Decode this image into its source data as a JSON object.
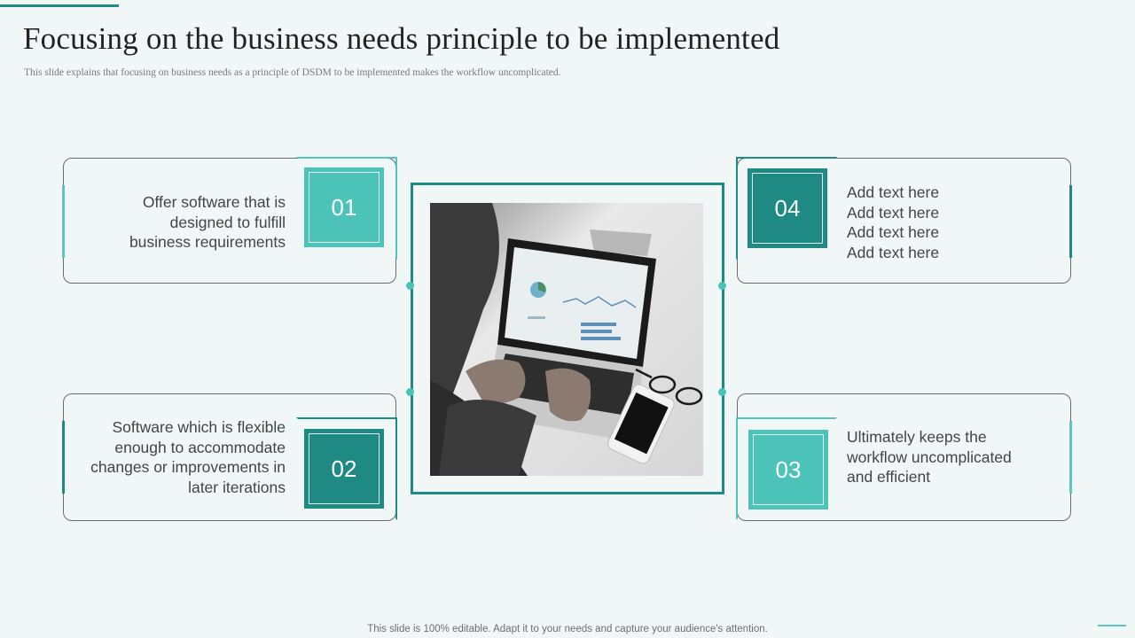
{
  "header": {
    "title": "Focusing on the business needs principle to be implemented",
    "subtitle": "This slide explains that focusing on business needs as a principle of DSDM to be implemented makes the workflow uncomplicated."
  },
  "cards": [
    {
      "number": "01",
      "text_lines": [
        "Offer software that is",
        "designed to fulfill",
        "business requirements"
      ]
    },
    {
      "number": "02",
      "text_lines": [
        "Software which is flexible",
        "enough to accommodate",
        "changes or improvements in",
        "later iterations"
      ]
    },
    {
      "number": "03",
      "text_lines": [
        "Ultimately keeps the",
        "workflow uncomplicated",
        "and efficient"
      ]
    },
    {
      "number": "04",
      "text_lines": [
        "Add text here",
        "Add text here",
        "Add text here",
        "Add text here"
      ]
    }
  ],
  "image": {
    "icon": "laptop-photo"
  },
  "colors": {
    "accent_dark": "#1e8a83",
    "accent_light": "#4cc3b8",
    "background": "#f1f7f7"
  },
  "footer": {
    "text": "This slide is 100% editable. Adapt it to your needs and capture your audience's attention."
  }
}
